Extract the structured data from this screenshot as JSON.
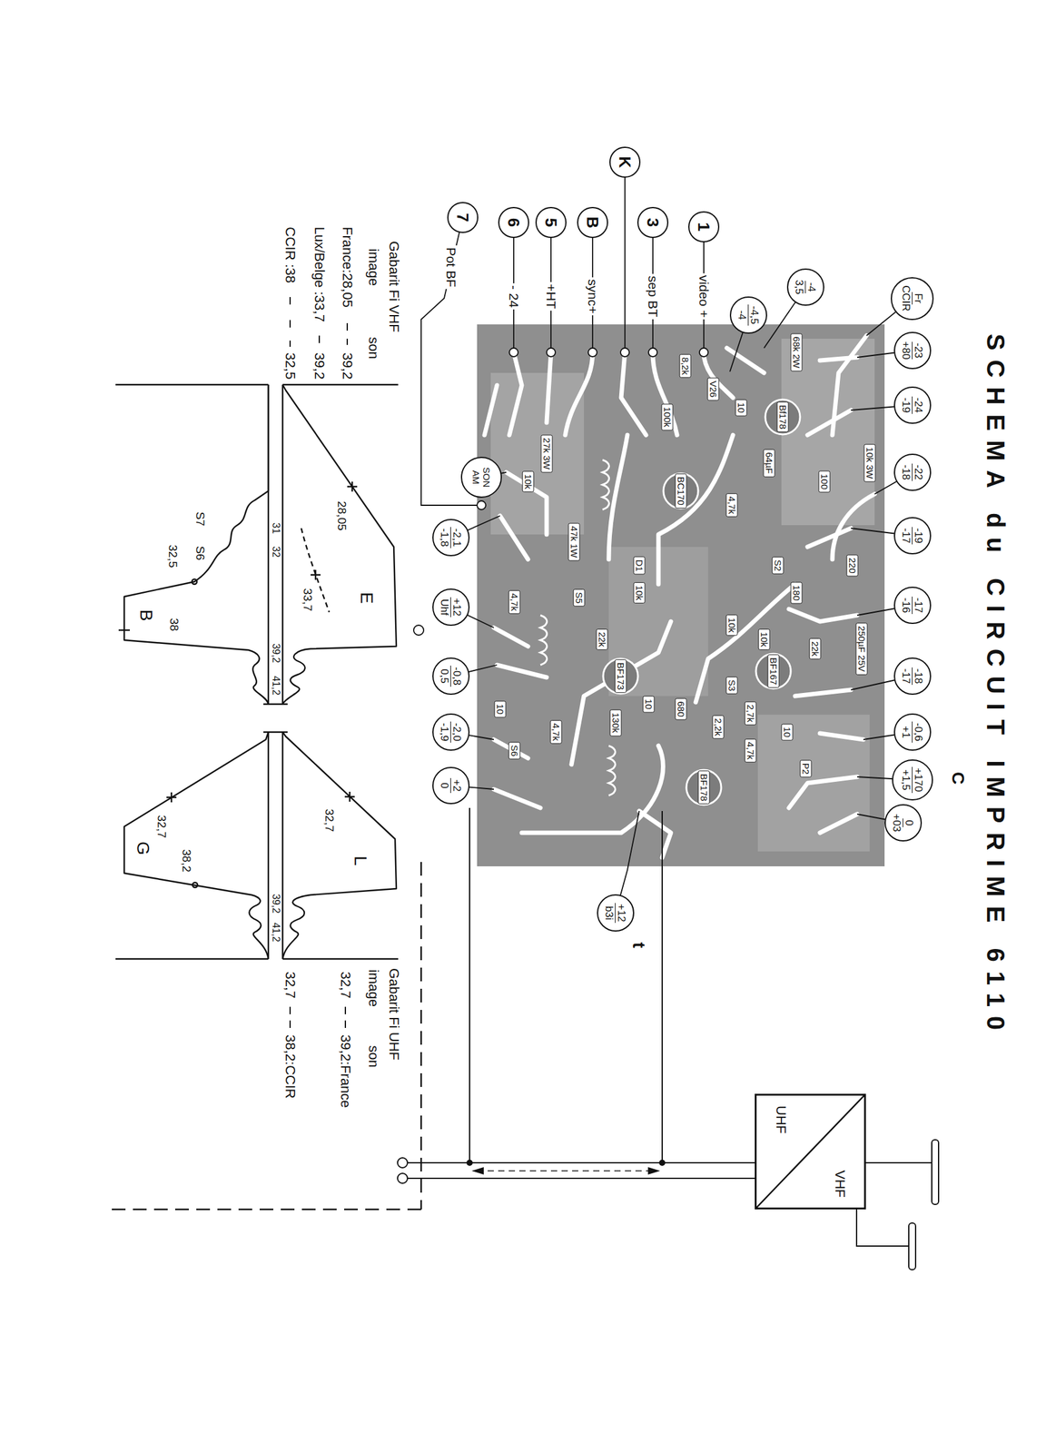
{
  "diagram": {
    "title": "SCHEMA du CIRCUIT IMPRIME 6110",
    "nodes": [
      {
        "text": [
          "Fr",
          "CCIR"
        ]
      },
      {
        "text": [
          "-23",
          "+80"
        ]
      },
      {
        "text": [
          "-24",
          "-19"
        ]
      },
      {
        "text": [
          "-22",
          "-18"
        ]
      },
      {
        "text": [
          "-19",
          "-17"
        ]
      },
      {
        "text": [
          "-17",
          "-16"
        ]
      },
      {
        "text": [
          "-18",
          "-17"
        ]
      },
      {
        "text": [
          "-0,6",
          "+1"
        ]
      },
      {
        "text": [
          "+170",
          "+1,5"
        ]
      },
      {
        "text": [
          "0",
          "+03"
        ]
      },
      {
        "text": [
          "K"
        ]
      },
      {
        "text": [
          "1"
        ]
      },
      {
        "text": [
          "3"
        ]
      },
      {
        "text": [
          "B"
        ]
      },
      {
        "text": [
          "5"
        ]
      },
      {
        "text": [
          "6"
        ]
      },
      {
        "text": [
          "7"
        ]
      },
      {
        "text": [
          "-4",
          "3,5"
        ]
      },
      {
        "text": [
          "-4,5",
          "-4"
        ]
      },
      {
        "text": [
          "SON AM"
        ]
      },
      {
        "text": [
          "-2,1",
          "-1,8"
        ]
      },
      {
        "text": [
          "+12",
          "Uhf"
        ]
      },
      {
        "text": [
          "-0,8",
          "0,5"
        ]
      },
      {
        "text": [
          "-2,0",
          "-1,9"
        ]
      },
      {
        "text": [
          "+2",
          "0"
        ]
      },
      {
        "text": [
          "+12",
          "b3i"
        ]
      },
      {
        "text": [
          "UHF",
          "VHF"
        ]
      }
    ],
    "labels": [
      "video +",
      "sep BT",
      "sync+",
      "+HT",
      "- 24",
      "Pot BF",
      "C",
      "t",
      "68k 2W",
      "8,2k",
      "V26",
      "Bf178",
      "10",
      "100k",
      "BC170",
      "64µF",
      "4,7k",
      "10k 3W",
      "100",
      "27k 3W",
      "10k",
      "47k 1W",
      "D1",
      "10k",
      "S2",
      "220",
      "180",
      "250µF 25V",
      "10k",
      "10k",
      "22k",
      "22k",
      "BF173",
      "BF167",
      "S5",
      "S3",
      "4,7k",
      "10",
      "10",
      "2,7k",
      "2,2k",
      "680",
      "130k",
      "4,7k",
      "10",
      "4,7k",
      "S6",
      "BF178",
      "P2",
      "28,05",
      "E",
      "33,7",
      "31",
      "32",
      "S7",
      "S6",
      "32,5",
      "38",
      "B",
      "39,2",
      "41,2",
      "L",
      "32,7",
      "G",
      "32,7",
      "38,2",
      "39,2",
      "41,2",
      "Gabarit Fi VHF",
      "image",
      "son",
      "France:28,05",
      "39,2",
      "Lux/Belge :33,7",
      "39,2",
      "CCIR :38",
      "32,5",
      "Gabarit Fi UHF",
      "image",
      "son",
      "32,7",
      "39,2:France",
      "32,7",
      "38,2:CCIR"
    ]
  }
}
